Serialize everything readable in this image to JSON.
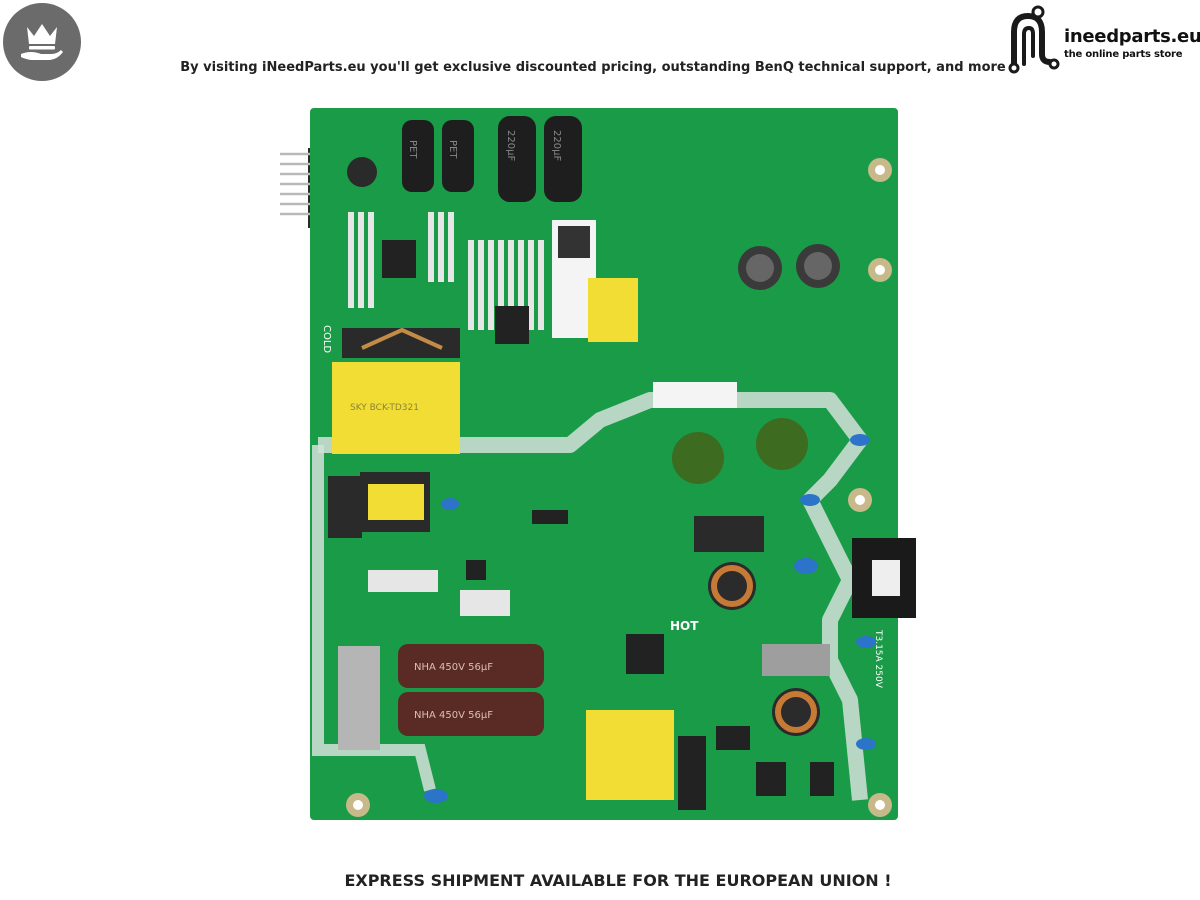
{
  "header": {
    "tagline": "By visiting iNeedParts.eu you'll get exclusive discounted pricing, outstanding BenQ technical support, and more",
    "badge_icon": "crown-hand-icon"
  },
  "logo": {
    "name": "ineedparts.eu",
    "subtitle": "the online parts store",
    "icon": "logo-mark-icon"
  },
  "product": {
    "image": "power-supply-board",
    "board_color": "#1a9b47",
    "markings": {
      "cold": "COLD",
      "hot": "HOT",
      "cap_top_1": "PET",
      "cap_top_2": "PET",
      "cap_top_3": "220µF",
      "cap_top_4": "220µF",
      "transformer_main": "SKY BCK-TD321",
      "cap_bottom_1": "NHA 450V 56µF",
      "cap_bottom_2": "NHA 450V 56µF",
      "fuse": "T3.15A 250V"
    }
  },
  "footer": {
    "text": "EXPRESS SHIPMENT AVAILABLE FOR THE EUROPEAN UNION !"
  }
}
